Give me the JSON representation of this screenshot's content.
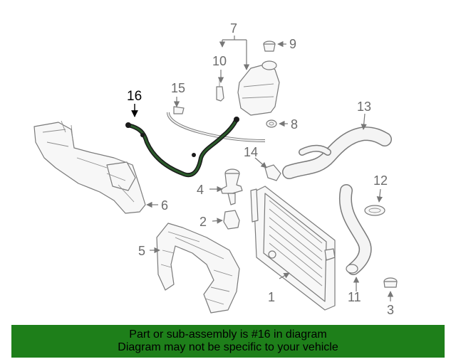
{
  "callouts": {
    "c1": "1",
    "c2": "2",
    "c3": "3",
    "c4": "4",
    "c5": "5",
    "c6": "6",
    "c7": "7",
    "c8": "8",
    "c9": "9",
    "c10": "10",
    "c11": "11",
    "c12": "12",
    "c13": "13",
    "c14": "14",
    "c15": "15",
    "c16": "16"
  },
  "highlight_part": "16",
  "colors": {
    "banner": "#1e7f1a",
    "highlight": "#2a5a2a",
    "line": "#7a7a7a"
  },
  "banner": {
    "line1": "Part or sub-assembly is #16 in diagram",
    "line2": "Diagram may not be specific to your vehicle"
  }
}
